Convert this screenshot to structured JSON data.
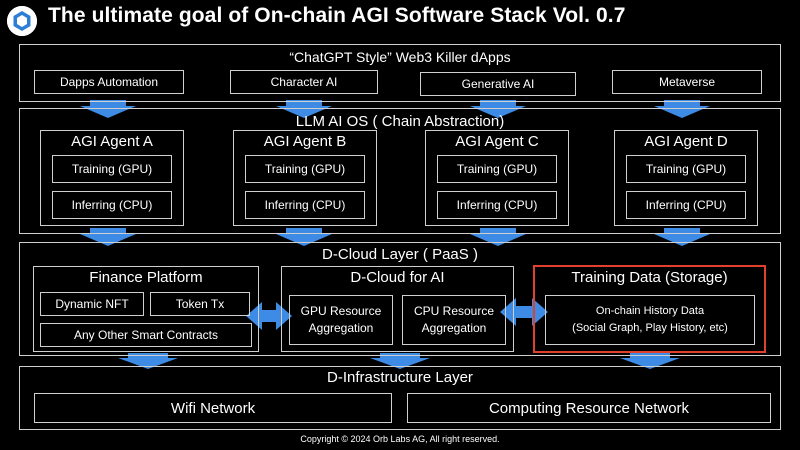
{
  "header": {
    "title": "The ultimate goal of On-chain AGI Software Stack Vol. 0.7"
  },
  "dapps_layer": {
    "title": "“ChatGPT Style” Web3 Killer dApps",
    "items": [
      "Dapps Automation",
      "Character AI",
      "Generative AI",
      "Metaverse"
    ]
  },
  "llm_layer": {
    "title": "LLM AI OS ( Chain Abstraction)",
    "agents": [
      {
        "name": "AGI Agent A",
        "training": "Training (GPU)",
        "inferring": "Inferring (CPU)"
      },
      {
        "name": "AGI Agent B",
        "training": "Training (GPU)",
        "inferring": "Inferring (CPU)"
      },
      {
        "name": "AGI Agent C",
        "training": "Training (GPU)",
        "inferring": "Inferring (CPU)"
      },
      {
        "name": "AGI Agent D",
        "training": "Training (GPU)",
        "inferring": "Inferring (CPU)"
      }
    ]
  },
  "dcloud_layer": {
    "title": "D-Cloud Layer ( PaaS )",
    "finance": {
      "title": "Finance Platform",
      "dynamic_nft": "Dynamic NFT",
      "token_tx": "Token Tx",
      "other": "Any Other Smart Contracts"
    },
    "dcloud_ai": {
      "title": "D-Cloud for AI",
      "gpu_line1": "GPU Resource",
      "gpu_line2": "Aggregation",
      "cpu_line1": "CPU Resource",
      "cpu_line2": "Aggregation"
    },
    "training_data": {
      "title": "Training Data (Storage)",
      "line1": "On-chain History Data",
      "line2": "(Social Graph, Play History, etc)",
      "highlight_color": "#e0402c"
    }
  },
  "infra_layer": {
    "title": "D-Infrastructure Layer",
    "wifi": "Wifi Network",
    "computing": "Computing Resource Network"
  },
  "footer": {
    "copyright": "Copyright © 2024 Orb Labs AG, All right reserved."
  },
  "colors": {
    "arrow": "#3d8be4",
    "border": "#cfcfcf",
    "background": "#000000"
  },
  "icons": {
    "logo": "hexagon-logo-icon"
  }
}
